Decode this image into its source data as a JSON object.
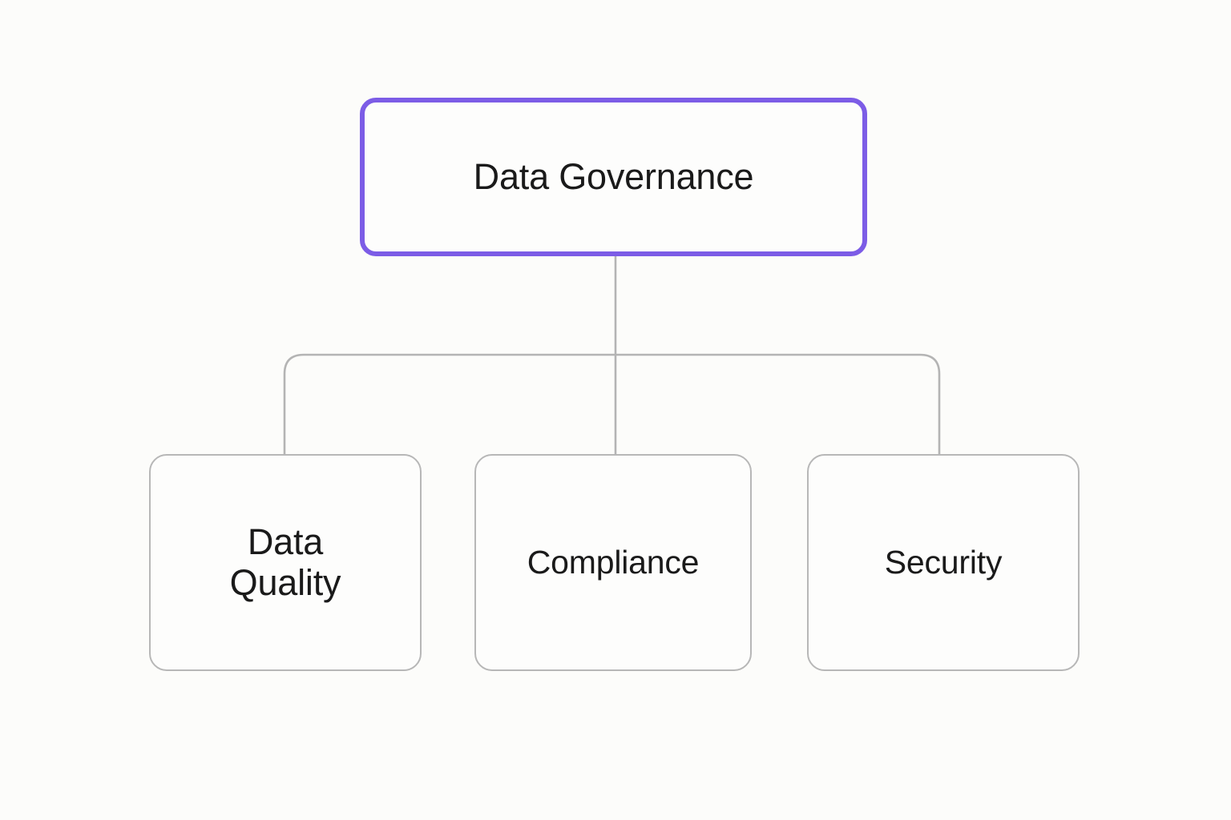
{
  "diagram": {
    "type": "hierarchy-tree",
    "title": "Data Governance",
    "orientation": "top-down",
    "background_color": "#fcfcfa",
    "root": {
      "id": "data-governance",
      "label": "Data Governance",
      "border_color": "#7c5ce6",
      "fill_color": "#fdfdfc",
      "text_color": "#1a1a1a",
      "highlighted": true
    },
    "children": [
      {
        "id": "data-quality",
        "label": "Data\nQuality",
        "border_color": "#b7b7b7",
        "fill_color": "#fdfdfc",
        "text_color": "#1a1a1a",
        "highlighted": false
      },
      {
        "id": "compliance",
        "label": "Compliance",
        "border_color": "#b7b7b7",
        "fill_color": "#fdfdfc",
        "text_color": "#1a1a1a",
        "highlighted": false
      },
      {
        "id": "security",
        "label": "Security",
        "border_color": "#b7b7b7",
        "fill_color": "#fdfdfc",
        "text_color": "#1a1a1a",
        "highlighted": false
      }
    ],
    "edges": [
      {
        "from": "data-governance",
        "to": "data-quality",
        "style": "orthogonal",
        "color": "#b4b4b4"
      },
      {
        "from": "data-governance",
        "to": "compliance",
        "style": "orthogonal",
        "color": "#b4b4b4"
      },
      {
        "from": "data-governance",
        "to": "security",
        "style": "orthogonal",
        "color": "#b4b4b4"
      }
    ]
  }
}
